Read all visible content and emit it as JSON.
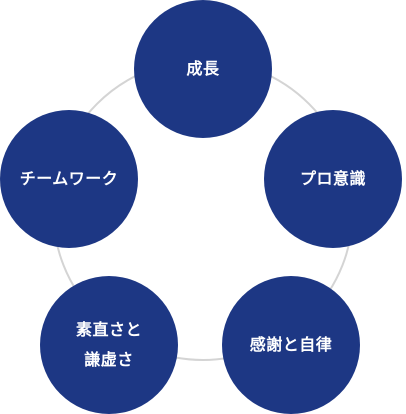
{
  "diagram": {
    "colors": {
      "node": "#1d3784",
      "ring": "#d4d4d4",
      "text": "#ffffff"
    },
    "nodes": [
      {
        "label": "成長"
      },
      {
        "label": "プロ意識"
      },
      {
        "label": "感謝と自律"
      },
      {
        "label": "素直さと\n謙虚さ"
      },
      {
        "label": "チームワーク"
      }
    ]
  }
}
